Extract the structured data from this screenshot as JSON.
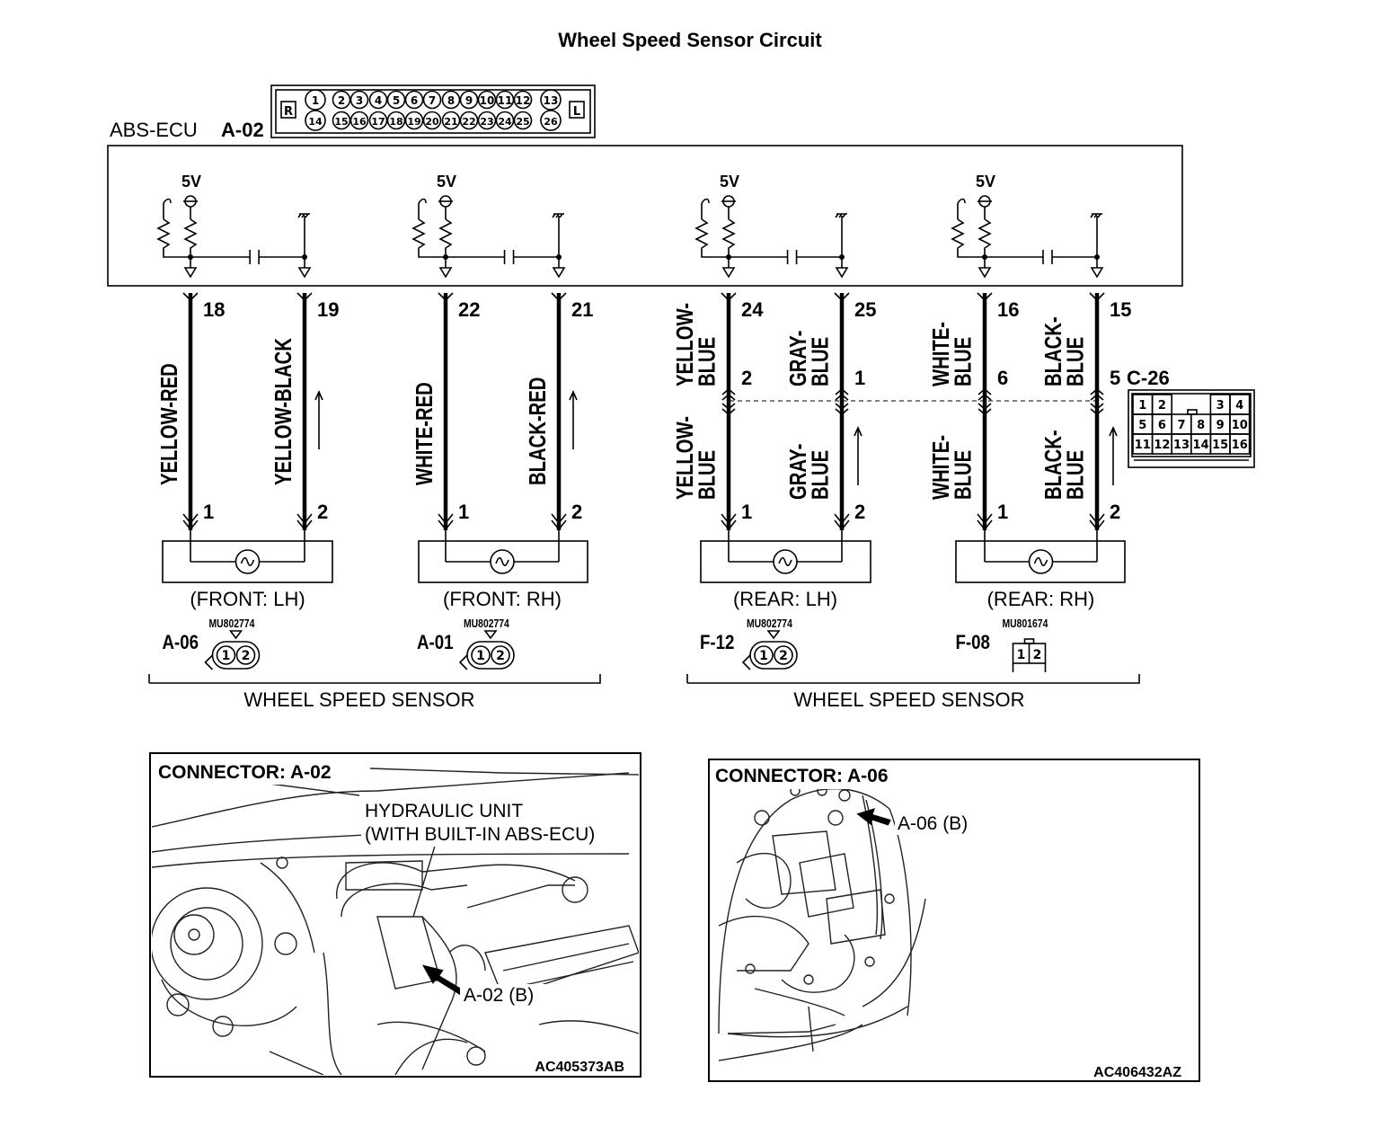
{
  "title": "Wheel Speed Sensor Circuit",
  "ecu": {
    "label": "ABS-ECU",
    "connector": "A-02",
    "connector_face": {
      "left_tag": "R",
      "right_tag": "L",
      "top_row": [
        "1",
        "2",
        "3",
        "4",
        "5",
        "6",
        "7",
        "8",
        "9",
        "10",
        "11",
        "12",
        "13"
      ],
      "bottom_row": [
        "14",
        "15",
        "16",
        "17",
        "18",
        "19",
        "20",
        "21",
        "22",
        "23",
        "24",
        "25",
        "26"
      ]
    },
    "supply_label": "5V"
  },
  "circuits": [
    {
      "id": "front-lh",
      "pin_a": "18",
      "pin_b": "19",
      "wire_a": "YELLOW-RED",
      "wire_b": "YELLOW-BLACK",
      "sensor_pin_a": "1",
      "sensor_pin_b": "2",
      "position": "(FRONT: LH)",
      "connector": "A-06",
      "part_no": "MU802774"
    },
    {
      "id": "front-rh",
      "pin_a": "22",
      "pin_b": "21",
      "wire_a": "WHITE-RED",
      "wire_b": "BLACK-RED",
      "sensor_pin_a": "1",
      "sensor_pin_b": "2",
      "position": "(FRONT: RH)",
      "connector": "A-01",
      "part_no": "MU802774"
    },
    {
      "id": "rear-lh",
      "pin_a": "24",
      "pin_b": "25",
      "wire_a_upper": [
        "YELLOW-",
        "BLUE"
      ],
      "wire_b_upper": [
        "GRAY-",
        "BLUE"
      ],
      "wire_a_lower": [
        "YELLOW-",
        "BLUE"
      ],
      "wire_b_lower": [
        "GRAY-",
        "BLUE"
      ],
      "joint_pin_a": "2",
      "joint_pin_b": "1",
      "sensor_pin_a": "1",
      "sensor_pin_b": "2",
      "position": "(REAR: LH)",
      "connector": "F-12",
      "part_no": "MU802774"
    },
    {
      "id": "rear-rh",
      "pin_a": "16",
      "pin_b": "15",
      "wire_a_upper": [
        "WHITE-",
        "BLUE"
      ],
      "wire_b_upper": [
        "BLACK-",
        "BLUE"
      ],
      "wire_a_lower": [
        "WHITE-",
        "BLUE"
      ],
      "wire_b_lower": [
        "BLACK-",
        "BLUE"
      ],
      "joint_pin_a": "6",
      "joint_pin_b": "5",
      "sensor_pin_a": "1",
      "sensor_pin_b": "2",
      "position": "(REAR: RH)",
      "connector": "F-08",
      "part_no": "MU801674"
    }
  ],
  "joint_connector": {
    "label": "C-26",
    "grid": [
      [
        "1",
        "2",
        "",
        "3",
        "4"
      ],
      [
        "5",
        "6",
        "7",
        "8",
        "9",
        "10"
      ],
      [
        "11",
        "12",
        "13",
        "14",
        "15",
        "16"
      ]
    ]
  },
  "group_labels": {
    "front": "WHEEL SPEED SENSOR",
    "rear": "WHEEL SPEED SENSOR"
  },
  "photo_left": {
    "title": "CONNECTOR: A-02",
    "callout_line1": "HYDRAULIC UNIT",
    "callout_line2": "(WITH BUILT-IN ABS-ECU)",
    "pointer_label": "A-02 (B)",
    "figure_code": "AC405373AB"
  },
  "photo_right": {
    "title": "CONNECTOR: A-06",
    "pointer_label": "A-06 (B)",
    "figure_code": "AC406432AZ"
  }
}
